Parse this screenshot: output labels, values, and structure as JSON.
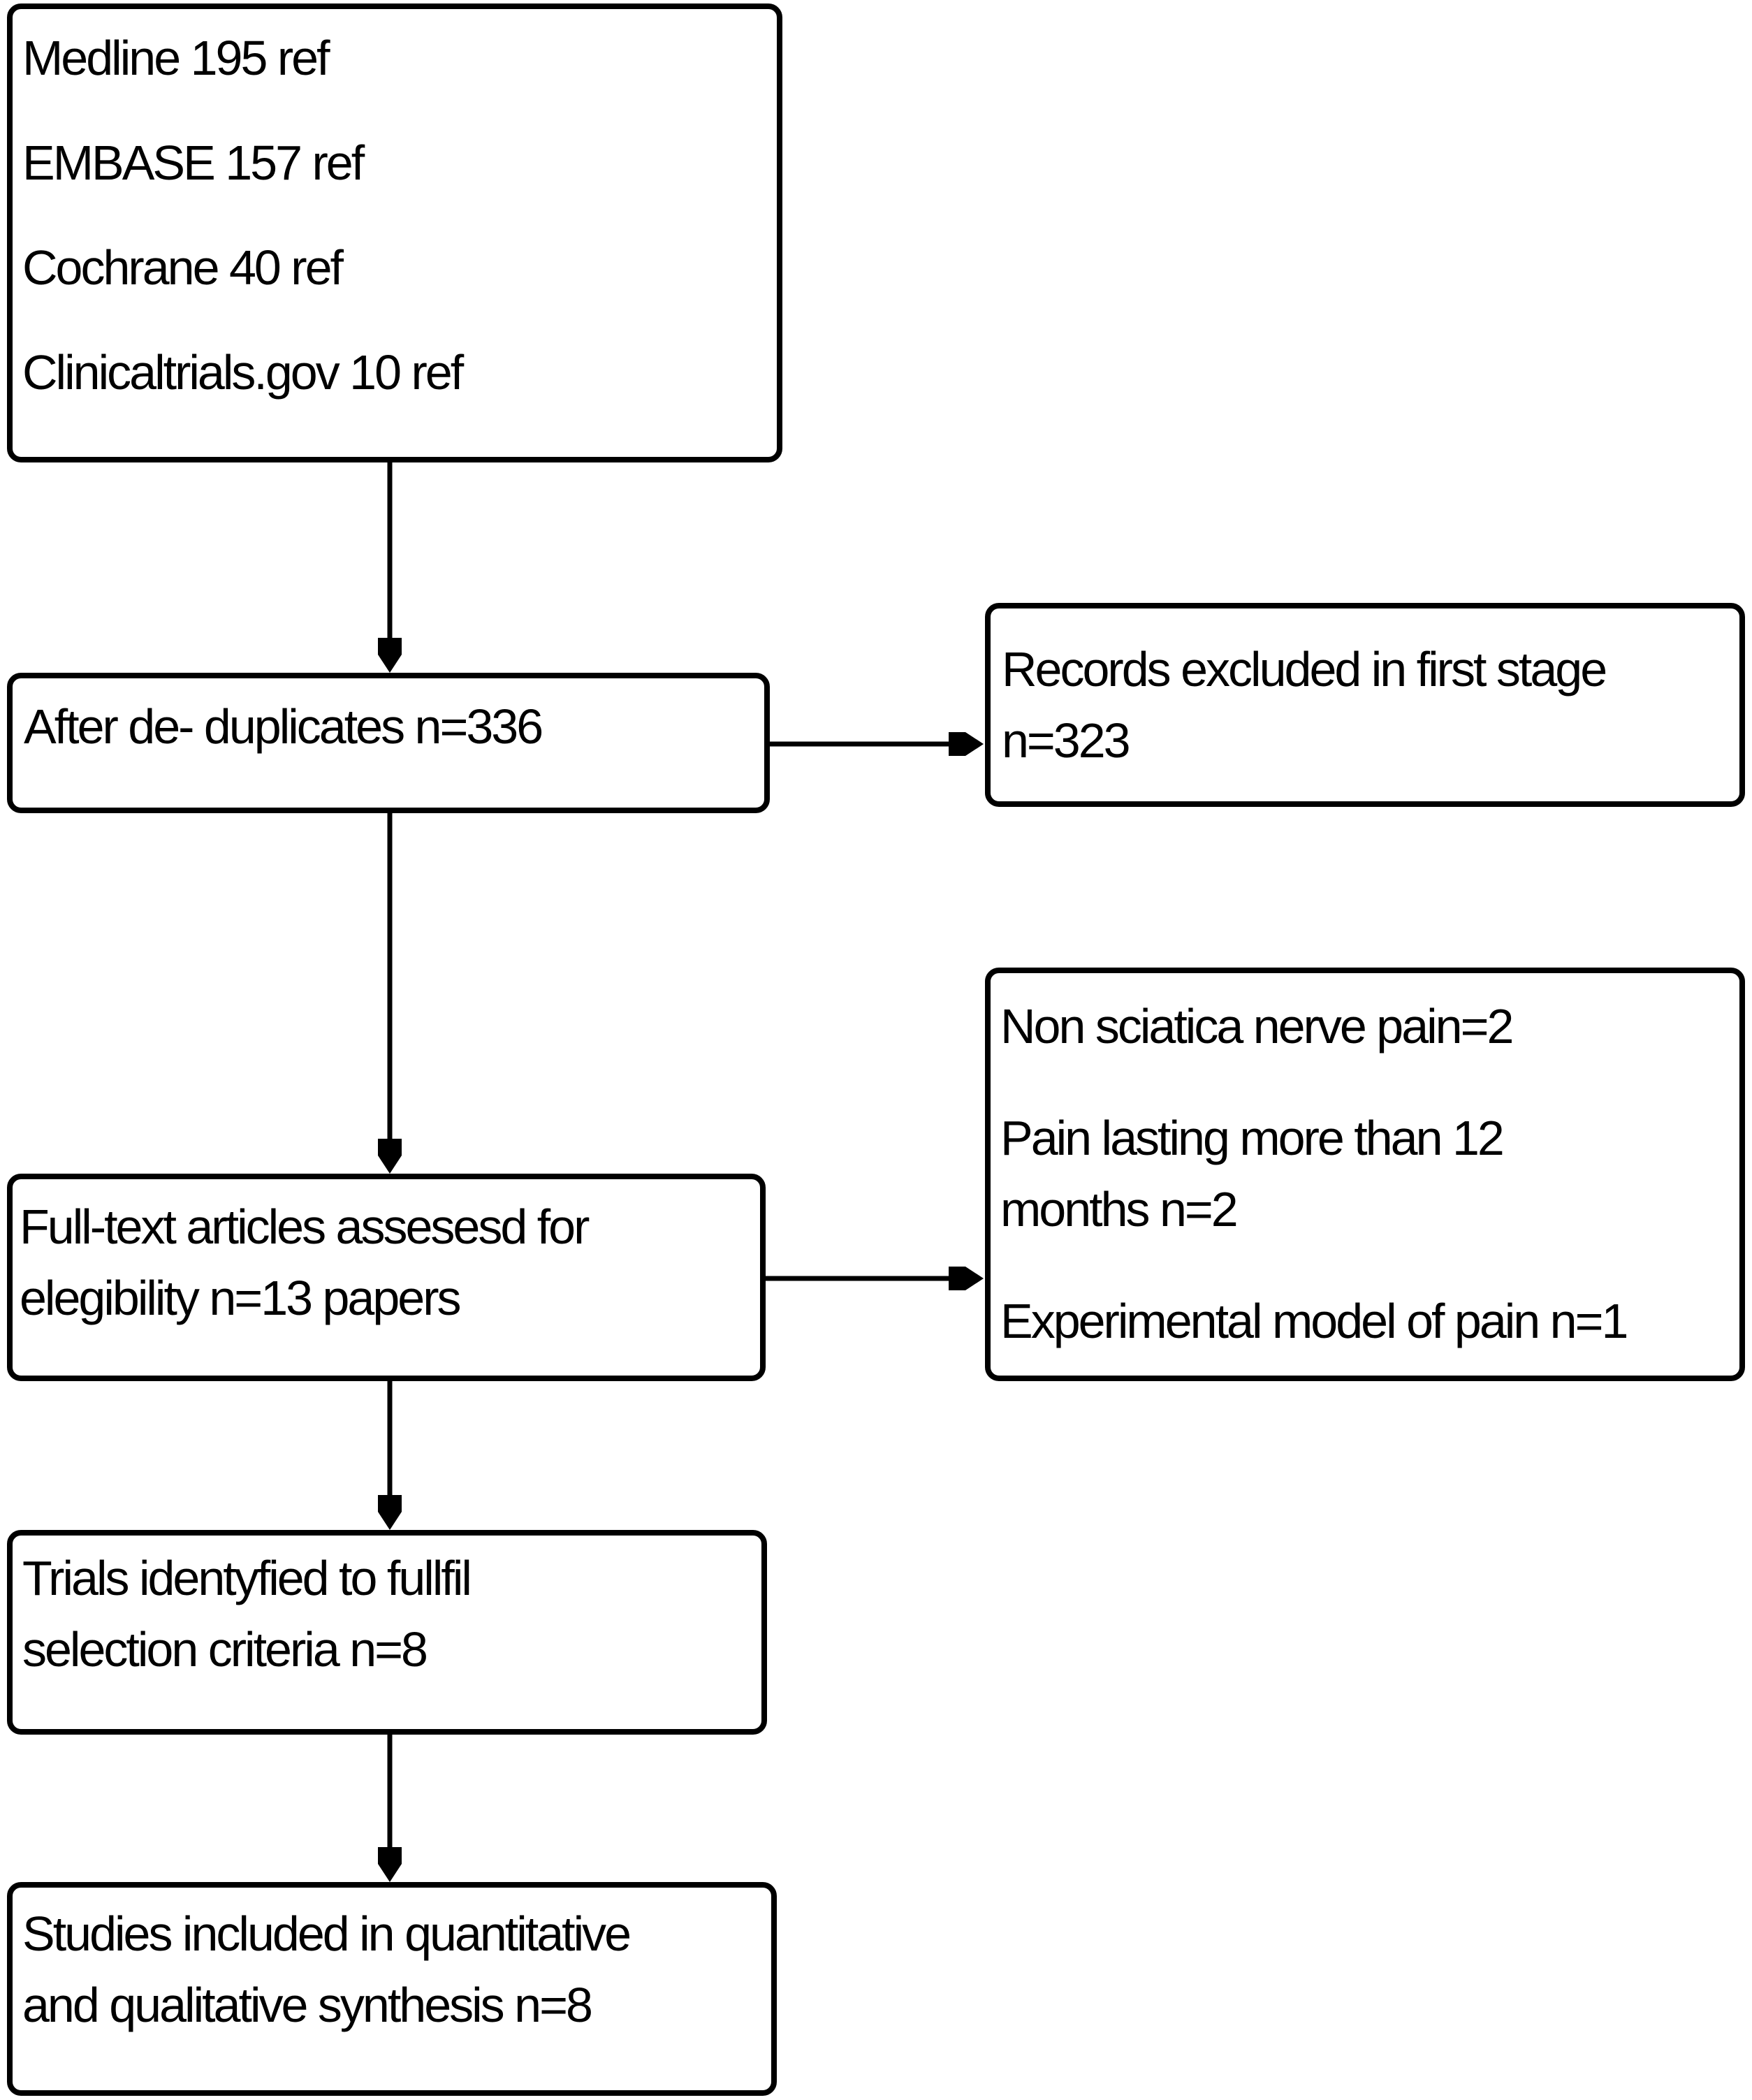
{
  "figure": {
    "type": "flowchart",
    "colors": {
      "background": "#ffffff",
      "line": "#000000",
      "text": "#000000"
    },
    "boxes": {
      "sources": {
        "lines": [
          "Medline 195 ref",
          "EMBASE 157 ref",
          "Cochrane 40 ref",
          "Clinicaltrials.gov 10 ref"
        ]
      },
      "deduplicated": {
        "lines": [
          "After de- duplicates n=336"
        ]
      },
      "excluded_first_stage": {
        "lines": [
          "Records excluded in first stage",
          "n=323"
        ]
      },
      "fulltext_assessed": {
        "lines": [
          "Full-text articles assesesd for",
          "elegibility n=13 papers"
        ]
      },
      "exclusion_reasons": {
        "lines": [
          "Non sciatica nerve pain=2",
          "Pain lasting more than 12",
          "months n=2",
          "Experimental model of pain n=1"
        ]
      },
      "trials_identified": {
        "lines": [
          "Trials identyfied to fullfil",
          "selection criteria n=8"
        ]
      },
      "studies_included": {
        "lines": [
          "Studies included in quantitative",
          "and qualitative synthesis n=8"
        ]
      }
    }
  }
}
